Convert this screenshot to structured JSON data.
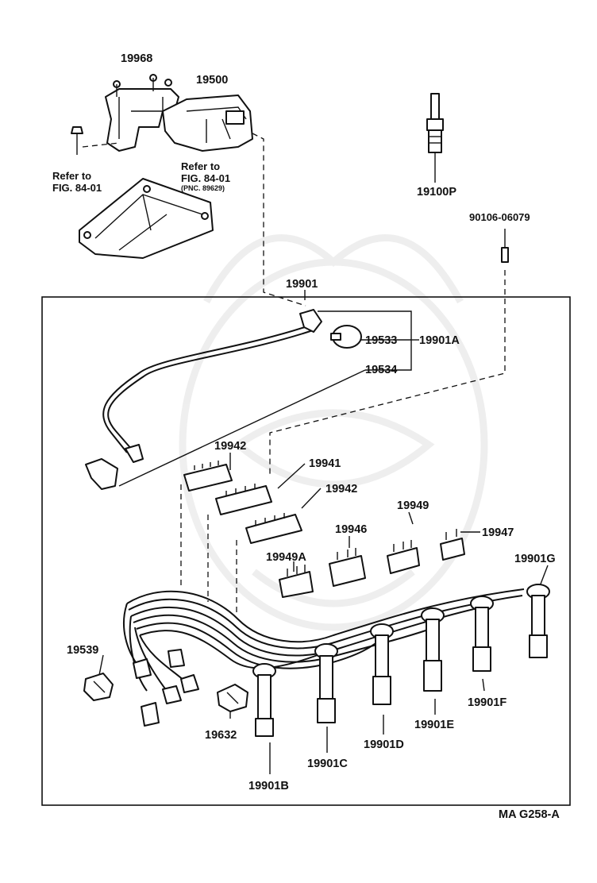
{
  "parts": {
    "p19968": "19968",
    "p19500": "19500",
    "p19100P": "19100P",
    "refer1_line1": "Refer to",
    "refer1_line2": "FIG. 84-01",
    "refer2_line1": "Refer to",
    "refer2_line2": "FIG. 84-01",
    "refer2_line3": "(PNC. 89629)",
    "p90106": "90106-06079",
    "p19901": "19901",
    "p19533": "19533",
    "p19901A": "19901A",
    "p19534": "19534",
    "p19942a": "19942",
    "p19941": "19941",
    "p19942b": "19942",
    "p19949": "19949",
    "p19946": "19946",
    "p19947": "19947",
    "p19949A": "19949A",
    "p19901G": "19901G",
    "p19539": "19539",
    "p19632": "19632",
    "p19901F": "19901F",
    "p19901E": "19901E",
    "p19901D": "19901D",
    "p19901C": "19901C",
    "p19901B": "19901B"
  },
  "footer": {
    "code": "MA  G258-A"
  }
}
